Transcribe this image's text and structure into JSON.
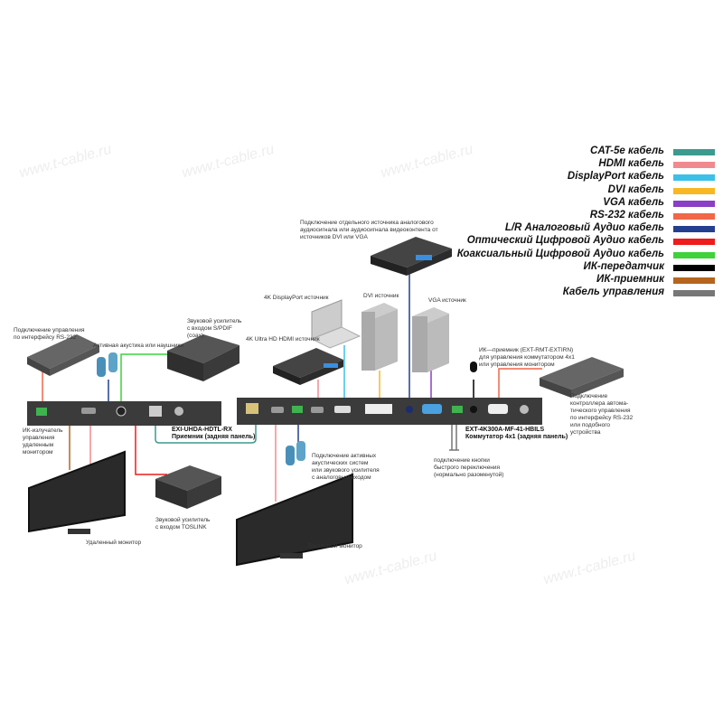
{
  "legend": [
    {
      "label": "CAT-5e кабель",
      "color": "#3c9a8f"
    },
    {
      "label": "HDMI кабель",
      "color": "#f08a8f"
    },
    {
      "label": "DisplayPort кабель",
      "color": "#3cc0e8"
    },
    {
      "label": "DVI кабель",
      "color": "#f7b824"
    },
    {
      "label": "VGA кабель",
      "color": "#8a3fc6"
    },
    {
      "label": "RS-232 кабель",
      "color": "#f0674a"
    },
    {
      "label": "L/R Аналоговый Аудио кабель",
      "color": "#243f8f"
    },
    {
      "label": "Оптический Цифровой Аудио кабель",
      "color": "#ee1c1c"
    },
    {
      "label": "Коаксиальный Цифровой Аудио кабель",
      "color": "#3fd23a"
    },
    {
      "label": "ИК-передатчик",
      "color": "#000000"
    },
    {
      "label": "ИК-приемник",
      "color": "#b5651d"
    },
    {
      "label": "Кабель управления",
      "color": "#777777"
    }
  ],
  "labels": {
    "rs232_left": "Подключение управления\nпо интерфейсу RS-232",
    "active_speakers": "Активная акустика или наушники",
    "spdif_amp": "Звуковой усилитель\nс входом S/PDIF\n(coax)",
    "ir_emitter": "ИК-излучатель\nуправления\nудаленным\nмонитором",
    "rx_name": "EXI-UHDA-HDTL-RX\nПриемник (задняя панель)",
    "analog_source": "Подключение отдельного источника аналогового\nаудиосигнала или аудиосигнала видеоконтента от\nисточников DVI или VGA",
    "dp_source": "4K DisplayPort источник",
    "dvi_source": "DVI источник",
    "vga_source": "VGA источник",
    "hdmi_source": "4K Ultra HD HDMI источник",
    "ir_receiver": "ИК—приемник (EXT-RMT-EXTIRN)\nдля управления коммутатором 4x1\nили управления монитором",
    "tx_name": "EXT-4K300A-MF-41-HBILS\nКоммутатор 4x1 (задняя панель)",
    "rs232_right": "Подключение\nконтроллера автома-\nтического управления\nпо интерфейсу RS-232\nили подобного\nустройства",
    "analog_speakers": "Подключение активных\nакустических систем\nили звукового усилителя\nс аналоговым входом",
    "button": "подключение кнопки\nбыстрого переключения\n(нормально разомкнутой)",
    "toslink_amp": "Звуковой усилитель\nс входом TOSLINK",
    "remote_monitor": "Удаленный монитор",
    "local_monitor": "Локальный монитор"
  },
  "watermark": "www.t-cable.ru"
}
